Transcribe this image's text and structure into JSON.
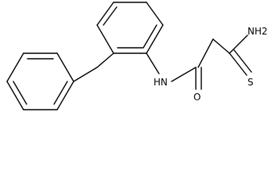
{
  "molecule": {
    "atom_labels": {
      "amine": "NH2",
      "amide_nh": "HN",
      "carbonyl_oxygen": "O",
      "thioamide_sulfur": "S"
    },
    "colors": {
      "bond": "#000000",
      "label": "#000000",
      "background": "#ffffff"
    }
  }
}
